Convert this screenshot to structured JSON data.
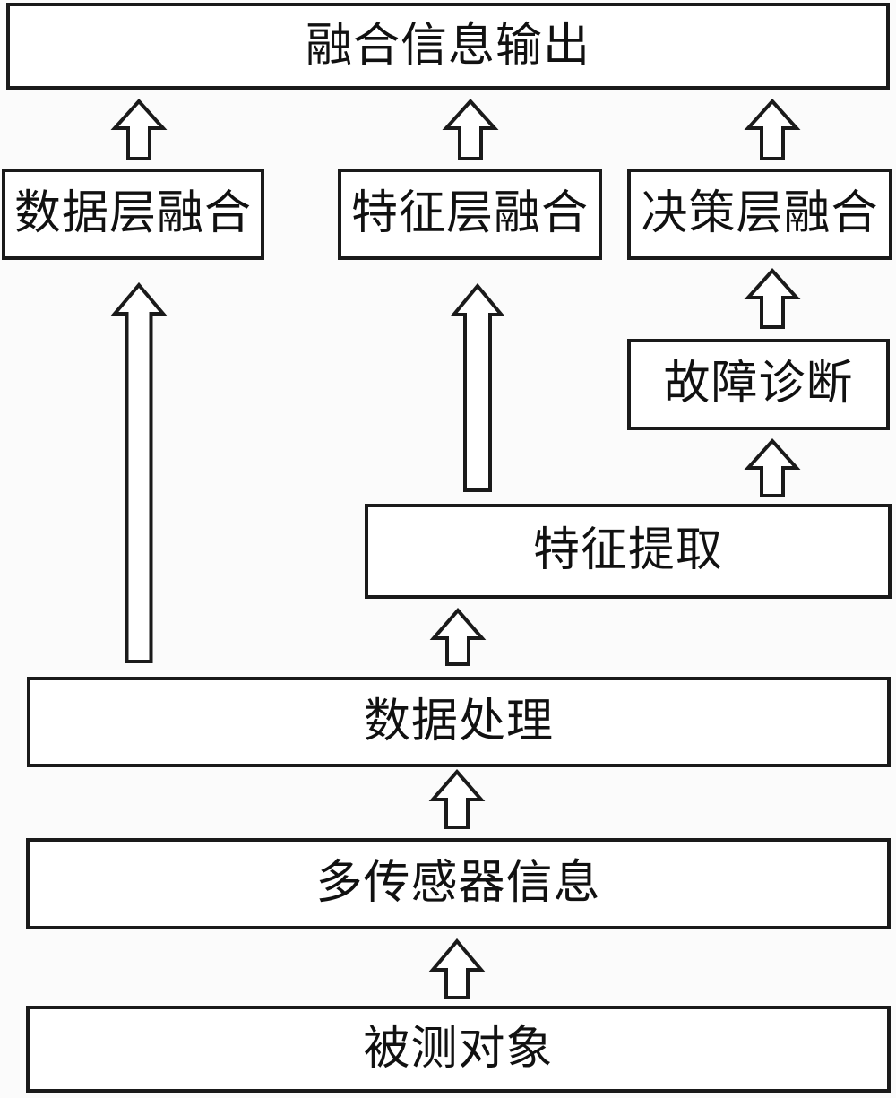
{
  "diagram": {
    "type": "flowchart",
    "direction": "bottom-up",
    "nodes": {
      "fusion_output": {
        "label": "融合信息输出"
      },
      "data_layer_fusion": {
        "label": "数据层融合"
      },
      "feature_layer_fusion": {
        "label": "特征层融合"
      },
      "decision_layer_fusion": {
        "label": "决策层融合"
      },
      "fault_diagnosis": {
        "label": "故障诊断"
      },
      "feature_extraction": {
        "label": "特征提取"
      },
      "data_processing": {
        "label": "数据处理"
      },
      "multi_sensor_info": {
        "label": "多传感器信息"
      },
      "measured_object": {
        "label": "被测对象"
      }
    },
    "edges": [
      {
        "from": "data_layer_fusion",
        "to": "fusion_output"
      },
      {
        "from": "feature_layer_fusion",
        "to": "fusion_output"
      },
      {
        "from": "decision_layer_fusion",
        "to": "fusion_output"
      },
      {
        "from": "data_processing",
        "to": "data_layer_fusion"
      },
      {
        "from": "feature_extraction",
        "to": "feature_layer_fusion"
      },
      {
        "from": "fault_diagnosis",
        "to": "decision_layer_fusion"
      },
      {
        "from": "feature_extraction",
        "to": "fault_diagnosis"
      },
      {
        "from": "data_processing",
        "to": "feature_extraction"
      },
      {
        "from": "multi_sensor_info",
        "to": "data_processing"
      },
      {
        "from": "measured_object",
        "to": "multi_sensor_info"
      }
    ],
    "colors": {
      "background": "#fbfbfb",
      "box_fill": "#ffffff",
      "line": "#1a1a1a",
      "text": "#111111"
    }
  }
}
